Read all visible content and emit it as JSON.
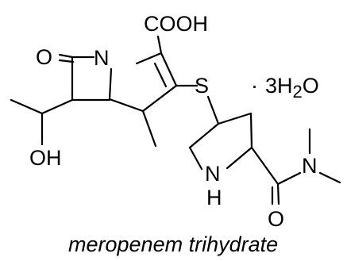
{
  "atoms": {
    "cooh": "COOH",
    "carbonyl_o": "O",
    "ring_n": "N",
    "sulfur": "S",
    "hydroxyl": "OH",
    "amine_n": "N",
    "amine_h": "H",
    "amide_n": "N",
    "amide_o": "O"
  },
  "hydrate": {
    "dot": "·",
    "label": "3H2O"
  },
  "caption": "meropenem trihydrate"
}
